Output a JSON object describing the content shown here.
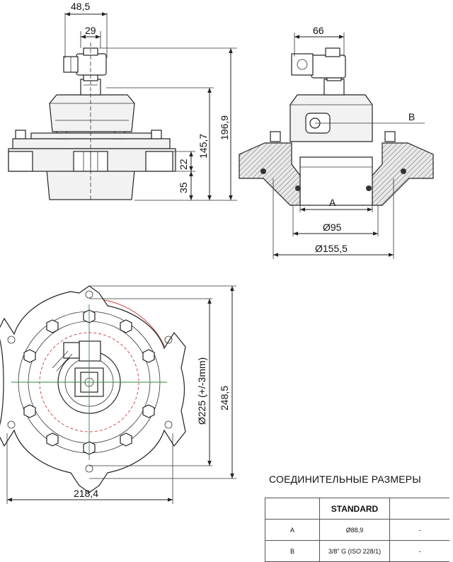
{
  "dimensions": {
    "front": {
      "width_outer": "48,5",
      "width_inner": "29",
      "height_total": "196,9",
      "height_mid": "145,7",
      "flange": "22",
      "outlet": "35"
    },
    "section": {
      "coil_width": "66",
      "port_b": "B",
      "port_a": "A",
      "bore": "Ø95",
      "flange_diameter": "Ø155,5"
    },
    "top": {
      "bolt_circle": "Ø225 (+/-3mm)",
      "height": "248,5",
      "width": "218,4"
    }
  },
  "table": {
    "title": "СОЕДИНИТЕЛЬНЫЕ РАЗМЕРЫ",
    "header": "STANDARD",
    "rows": [
      {
        "key": "A",
        "value": "Ø88,9",
        "extra": "-"
      },
      {
        "key": "B",
        "value": "3/8\" G (ISO 228/1)",
        "extra": "-"
      }
    ]
  }
}
